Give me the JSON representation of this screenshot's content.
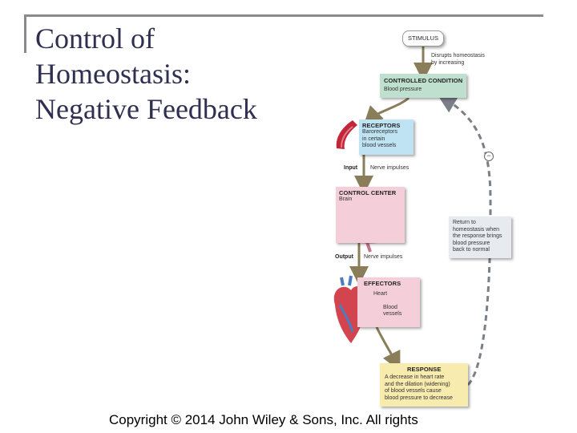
{
  "slide": {
    "title_lines": [
      "Control of",
      "Homeostasis:",
      "Negative Feedback"
    ],
    "copyright": "Copyright © 2014 John Wiley & Sons, Inc. All rights"
  },
  "diagram": {
    "stimulus": "STIMULUS",
    "stimulus_note": [
      "Disrupts homeostasis",
      "by increasing"
    ],
    "controlled": {
      "header": "CONTROLLED CONDITION",
      "body": "Blood pressure"
    },
    "receptors": {
      "header": "RECEPTORS",
      "body": [
        "Baroreceptors",
        "in certain",
        "blood vessels"
      ]
    },
    "input": {
      "label": "Input",
      "text": "Nerve impulses"
    },
    "control_center": {
      "header": "CONTROL CENTER",
      "body": "Brain"
    },
    "output": {
      "label": "Output",
      "text": "Nerve impulses"
    },
    "effectors": {
      "header": "EFFECTORS",
      "items": [
        "Heart",
        "Blood",
        "vessels"
      ]
    },
    "response": {
      "header": "RESPONSE",
      "body": [
        "A decrease in heart rate",
        "and the dilation (widening)",
        "of blood vessels cause",
        "blood pressure to decrease"
      ]
    },
    "return": [
      "Return to",
      "homeostasis when",
      "the response brings",
      "blood pressure",
      "back to normal"
    ],
    "feedback_sign": "−"
  },
  "colors": {
    "title": "#2f2f52",
    "controlled_bg": "#bfe0cf",
    "receptors_bg": "#bfe3f3",
    "center_bg": "#f4cfd9",
    "response_bg": "#f8ebae",
    "arrow": "#8a7d5a",
    "dashed_loop": "#7a7f88"
  }
}
